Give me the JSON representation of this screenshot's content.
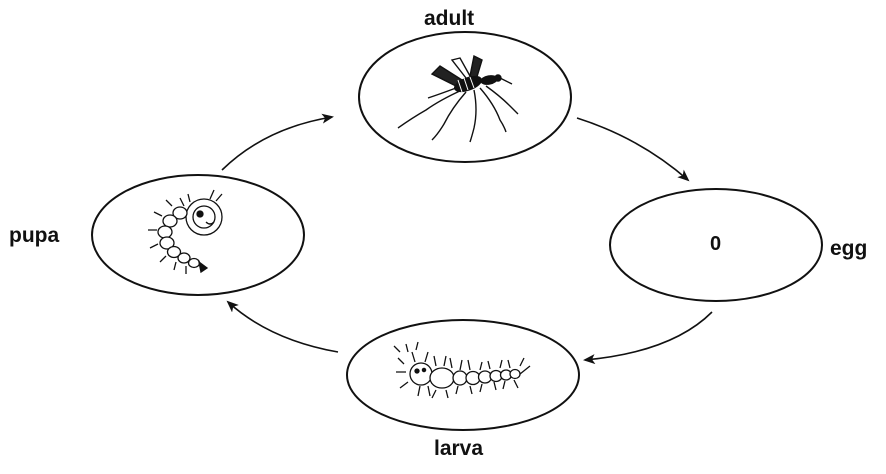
{
  "diagram": {
    "stages": {
      "adult": {
        "label": "adult",
        "icon": "mosquito-icon"
      },
      "egg": {
        "label": "egg",
        "icon": "egg-icon",
        "glyph": "0"
      },
      "larva": {
        "label": "larva",
        "icon": "larva-icon"
      },
      "pupa": {
        "label": "pupa",
        "icon": "pupa-icon"
      }
    },
    "cycle_order": [
      "adult",
      "egg",
      "larva",
      "pupa"
    ],
    "colors": {
      "ink": "#111111",
      "background": "#ffffff"
    }
  }
}
